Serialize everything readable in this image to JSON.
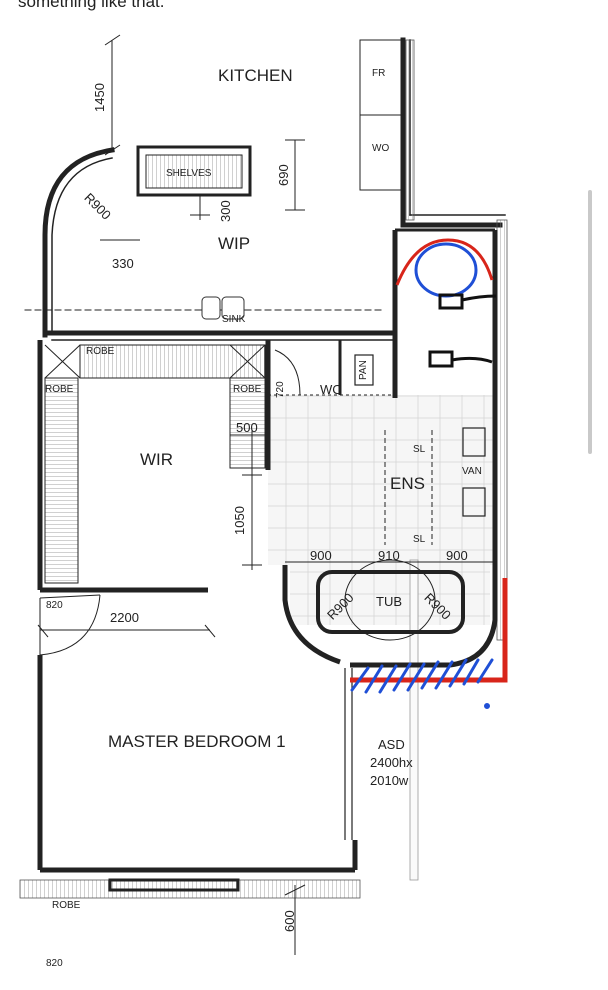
{
  "caption": "something like that.",
  "rooms": {
    "kitchen": "KITCHEN",
    "wip": "WIP",
    "wir": "WIR",
    "ens": "ENS",
    "master": "MASTER BEDROOM 1",
    "wc": "WC",
    "tub": "TUB",
    "van": "VAN"
  },
  "fixtures": {
    "fr": "FR",
    "wo": "WO",
    "shelves": "SHELVES",
    "sink": "SINK",
    "robe": "ROBE",
    "pan": "PAN",
    "sl": "SL"
  },
  "dimensions": {
    "d1450": "1450",
    "d690": "690",
    "d300": "300",
    "d330": "330",
    "r900": "R900",
    "d500": "500",
    "d720": "720",
    "d1050": "1050",
    "d900": "900",
    "d910": "910",
    "d820": "820",
    "d2200": "2200",
    "d600": "600",
    "asd1": "ASD",
    "asd2": "2400hx",
    "asd3": "2010w"
  },
  "annotation_colors": {
    "blue": "#1f4fd6",
    "red": "#d8251a",
    "black": "#111111"
  }
}
